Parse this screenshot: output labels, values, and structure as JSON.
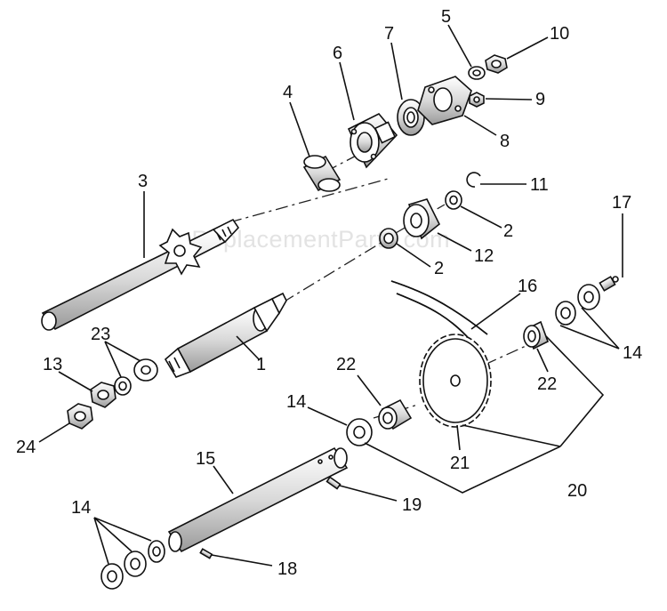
{
  "watermark": "eReplacementParts.com",
  "labels": {
    "p1": "1",
    "p2a": "2",
    "p2b": "2",
    "p3": "3",
    "p4": "4",
    "p5": "5",
    "p6": "6",
    "p7": "7",
    "p8": "8",
    "p9": "9",
    "p10": "10",
    "p11": "11",
    "p12": "12",
    "p13": "13",
    "p14a": "14",
    "p14b": "14",
    "p14c": "14",
    "p15": "15",
    "p16": "16",
    "p17": "17",
    "p18": "18",
    "p19": "19",
    "p20": "20",
    "p21": "21",
    "p22a": "22",
    "p22b": "22",
    "p23": "23",
    "p24": "24"
  }
}
